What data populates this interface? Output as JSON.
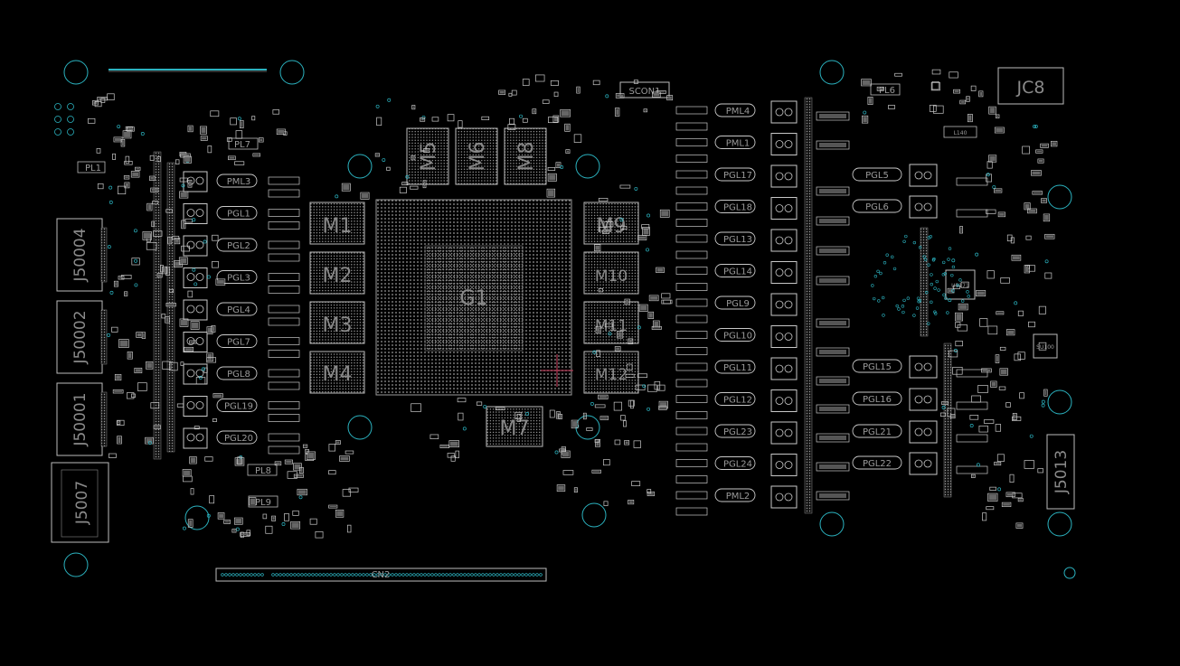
{
  "board": {
    "gpu": "G1",
    "memory": [
      "M1",
      "M2",
      "M3",
      "M4",
      "M5",
      "M6",
      "M7",
      "M8",
      "M9",
      "M10",
      "M11",
      "M12"
    ],
    "connectors": {
      "left": [
        "J50004",
        "J50002",
        "J50001",
        "J5007"
      ],
      "right": "J5013",
      "bottom": "CN2",
      "top_right": "JC8",
      "top": "SCON1"
    },
    "left_phase_labels": [
      "PML3",
      "PGL1",
      "PGL2",
      "PGL3",
      "PGL4",
      "PGL7",
      "PGL8",
      "PGL19",
      "PGL20"
    ],
    "left_misc_labels": [
      "PL7",
      "PL1",
      "PL8",
      "PL9"
    ],
    "right_phase_labels": [
      "PML4",
      "PML1",
      "PGL17",
      "PGL18",
      "PGL13",
      "PGL14",
      "PGL9",
      "PGL10",
      "PGL11",
      "PGL12",
      "PGL23",
      "PGL24",
      "PML2"
    ],
    "far_right_phase_labels": [
      "PGL5",
      "PGL6",
      "PGL15",
      "PGL16",
      "PGL21",
      "PGL22"
    ],
    "right_misc_labels": [
      "PL6",
      "L140",
      "U5171",
      "SU100"
    ]
  },
  "colors": {
    "background": "#000000",
    "silkscreen": "#c8c8c8",
    "copper_accent": "#2bb3c0",
    "crosshair": "#d04060"
  }
}
